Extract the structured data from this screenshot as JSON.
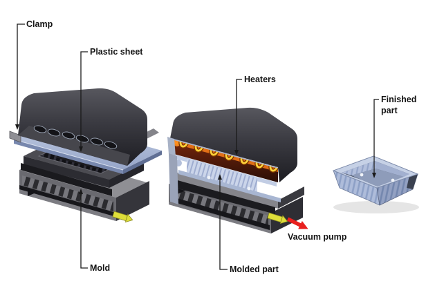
{
  "diagram": {
    "labels": {
      "clamp": "Clamp",
      "plastic_sheet": "Plastic sheet",
      "mold": "Mold",
      "heaters": "Heaters",
      "molded_part": "Molded part",
      "vacuum_pump": "Vacuum pump",
      "finished_part": {
        "line1": "Finished",
        "line2": "part"
      }
    },
    "colors": {
      "background": "#ffffff",
      "label_text": "#141414",
      "leader_line": "#1a1a1a",
      "machine_dark": "#2e2e33",
      "machine_gray": "#6e6e74",
      "plastic_sheet": "#a9b6d4",
      "molded_part": "#c2cde4",
      "heater_glow": "#f07818",
      "heater_coil": "#ffd23a",
      "nozzle": "#dede3a",
      "vacuum_arrow": "#e8201e"
    }
  }
}
